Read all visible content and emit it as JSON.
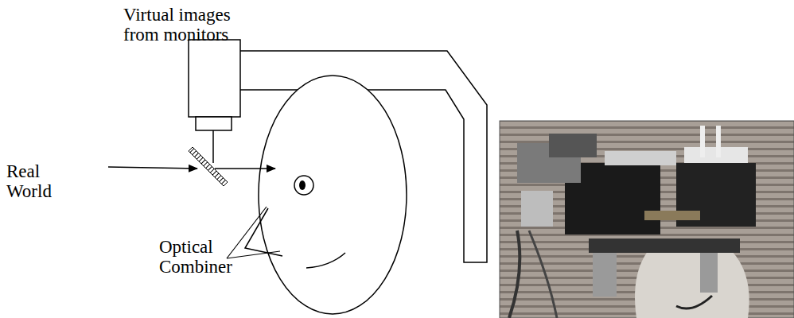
{
  "diagram": {
    "labels": [
      "Virtual images from monitors",
      "Real World",
      "Optical Combiner"
    ]
  }
}
